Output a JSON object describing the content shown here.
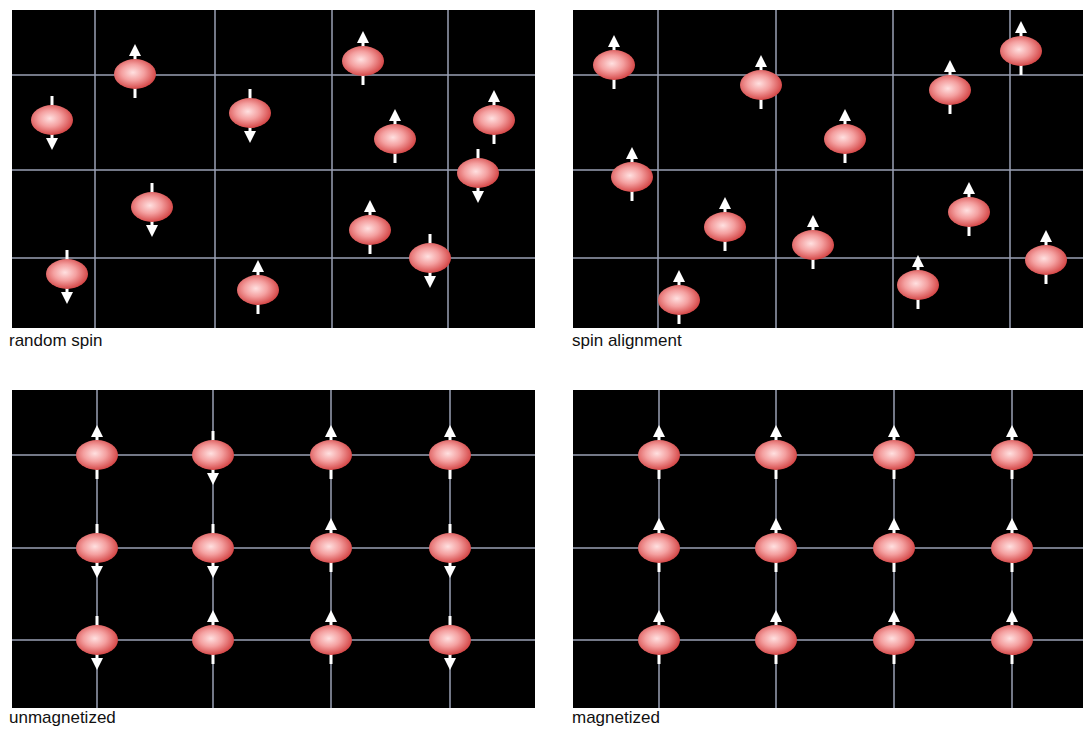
{
  "diagram": {
    "labels": [
      "random spin",
      "spin alignment",
      "unmagnetized",
      "magnetized"
    ]
  }
}
